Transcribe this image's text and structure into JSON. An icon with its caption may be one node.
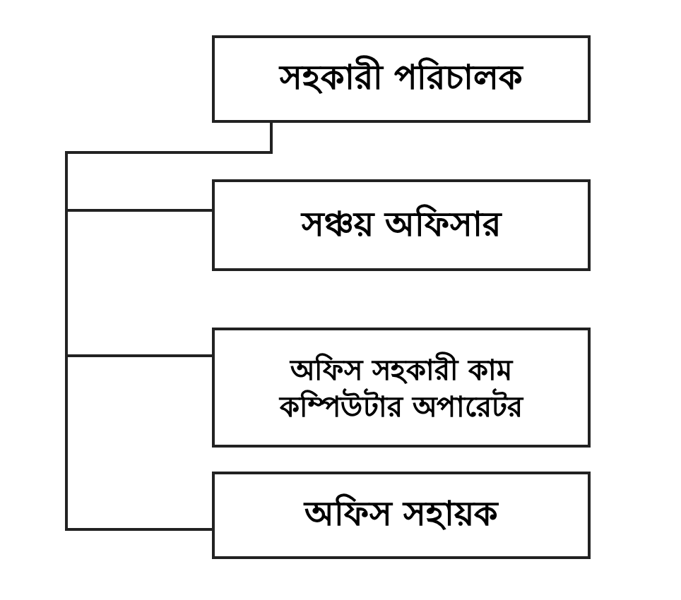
{
  "diagram": {
    "nodes": [
      {
        "text": [
          "সহকারী পরিচালক"
        ]
      },
      {
        "text": [
          "সঞ্চয় অফিসার"
        ]
      },
      {
        "text": [
          "অফিস সহকারী কাম কম্পিউটার অপারেটর"
        ]
      },
      {
        "text": [
          "অফিস সহায়ক"
        ]
      }
    ],
    "edges": [
      {
        "from": 0,
        "to": 1,
        "arrow": "none"
      },
      {
        "from": 0,
        "to": 2,
        "arrow": "none"
      },
      {
        "from": 0,
        "to": 3,
        "arrow": "none"
      }
    ]
  }
}
